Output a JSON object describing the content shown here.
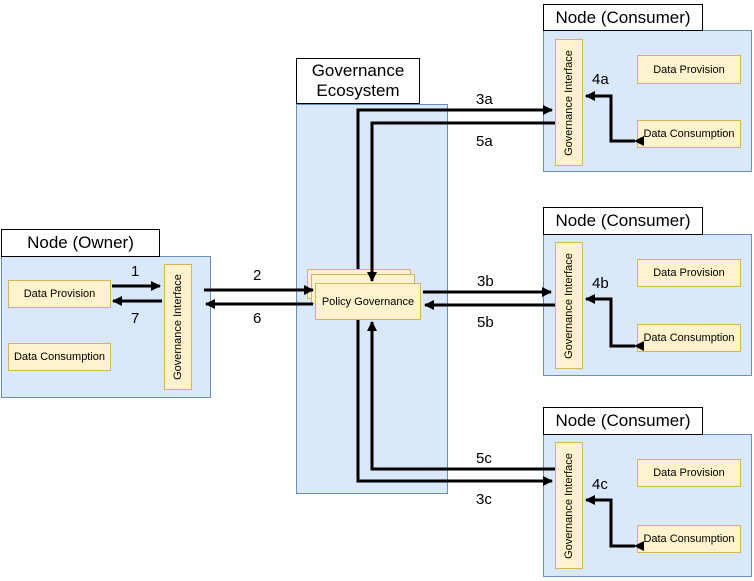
{
  "owner": {
    "title": "Node (Owner)",
    "data_provision": "Data Provision",
    "data_consumption": "Data Consumption",
    "governance_interface": "Governance Interface"
  },
  "ecosystem": {
    "title": "Governance Ecosystem",
    "policy_governance": "Policy Governance"
  },
  "consumers": [
    {
      "title": "Node (Consumer)",
      "data_provision": "Data Provision",
      "data_consumption": "Data Consumption",
      "governance_interface": "Governance Interface",
      "step_internal": "4a",
      "step_in": "3a",
      "step_out": "5a"
    },
    {
      "title": "Node (Consumer)",
      "data_provision": "Data Provision",
      "data_consumption": "Data Consumption",
      "governance_interface": "Governance Interface",
      "step_internal": "4b",
      "step_in": "3b",
      "step_out": "5b"
    },
    {
      "title": "Node (Consumer)",
      "data_provision": "Data Provision",
      "data_consumption": "Data Consumption",
      "governance_interface": "Governance Interface",
      "step_internal": "4c",
      "step_in": "3c",
      "step_out": "5c"
    }
  ],
  "steps": {
    "s1": "1",
    "s2": "2",
    "s6": "6",
    "s7": "7"
  }
}
